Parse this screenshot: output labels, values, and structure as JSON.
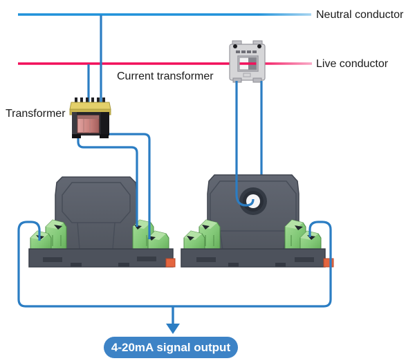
{
  "labels": {
    "neutral_conductor": "Neutral conductor",
    "live_conductor": "Live conductor",
    "current_transformer": "Current transformer",
    "transformer": "Transformer"
  },
  "badge": {
    "label": "4-20mA signal output"
  },
  "colors": {
    "neutral_line": "#2092da",
    "live_line": "#f2105b",
    "signal_wire": "#2b7dc3",
    "badge_background": "#3d83c6",
    "badge_text": "#ffffff",
    "label_text": "#1a1a1a",
    "device_body": "#585d68",
    "terminal_green": "#86cb7b",
    "din_clip_orange": "#e4653f"
  }
}
